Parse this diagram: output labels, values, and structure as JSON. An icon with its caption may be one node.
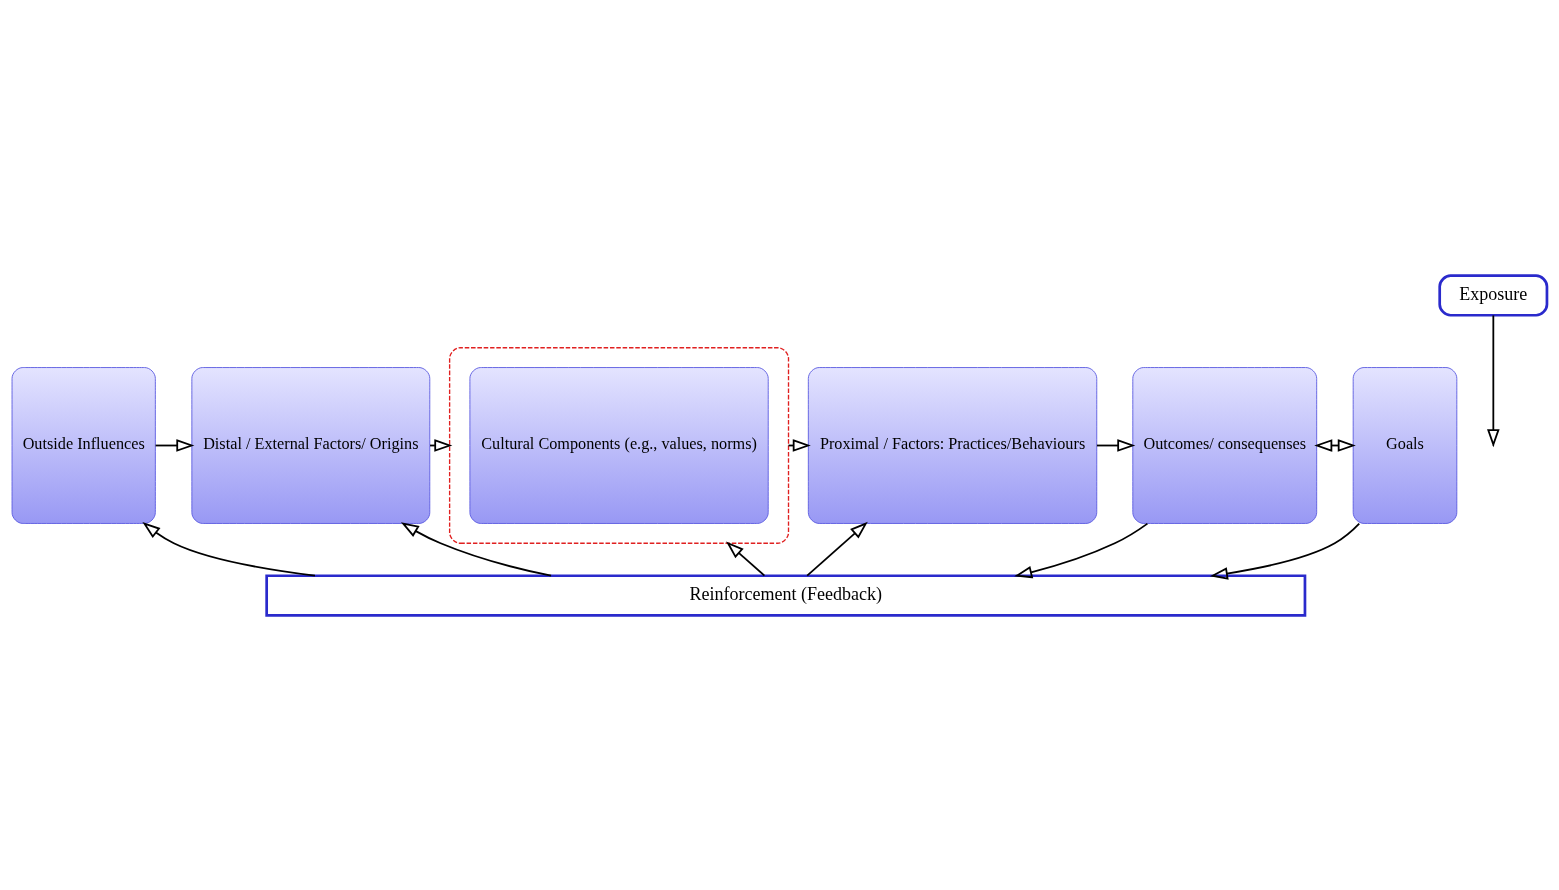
{
  "diagram": {
    "nodes": [
      {
        "text": [
          "Outside Influences"
        ]
      },
      {
        "text": [
          "Distal / External Factors/ Origins"
        ]
      },
      {
        "text": [],
        "shape": "ellipse"
      },
      {
        "text": [
          "Cultural Components (e.g., values, norms)"
        ],
        "in": 2
      },
      {
        "text": [
          "Proximal / Factors: Practices/Behaviours"
        ]
      },
      {
        "text": [
          "Exposure"
        ]
      },
      {
        "text": [
          "Outcomes/ consequenses"
        ]
      },
      {
        "text": [
          "Goals"
        ]
      },
      {
        "text": [
          "Reinforcement (Feedback)"
        ]
      }
    ],
    "edges": [
      {
        "from": 0,
        "to": 1,
        "arrow": "to"
      },
      {
        "from": 1,
        "to": 2,
        "arrow": "to"
      },
      {
        "from": 2,
        "to": 4,
        "arrow": "to"
      },
      {
        "from": 5,
        "to": null,
        "arrow": "to"
      },
      {
        "from": 4,
        "to": 6,
        "arrow": "to"
      },
      {
        "from": 6,
        "to": 7,
        "arrow": "both"
      },
      {
        "from": 8,
        "to": 0,
        "arrow": "to"
      },
      {
        "from": 8,
        "to": 1,
        "arrow": "to"
      },
      {
        "from": 8,
        "to": 2,
        "arrow": "to"
      },
      {
        "from": 8,
        "to": 4,
        "arrow": "to"
      },
      {
        "from": 6,
        "to": 8,
        "arrow": "to"
      },
      {
        "from": 7,
        "to": 8,
        "arrow": "to"
      }
    ]
  }
}
